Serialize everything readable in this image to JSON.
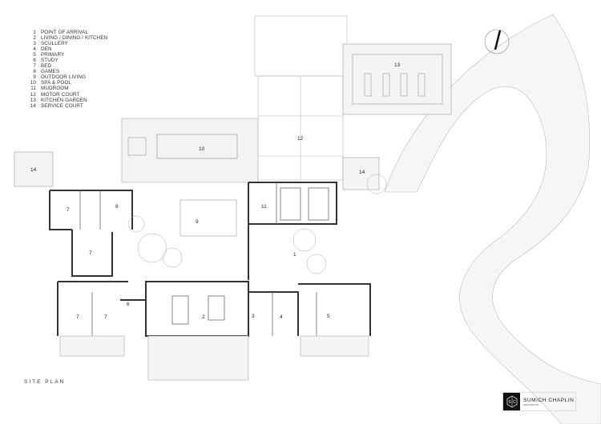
{
  "legend": [
    {
      "num": "1",
      "label": "POINT OF ARRIVAL"
    },
    {
      "num": "2",
      "label": "LIVING / DINING / KITCHEN"
    },
    {
      "num": "3",
      "label": "SCULLERY"
    },
    {
      "num": "4",
      "label": "DEN"
    },
    {
      "num": "5",
      "label": "PRIMARY"
    },
    {
      "num": "6",
      "label": "STUDY"
    },
    {
      "num": "7",
      "label": "BED"
    },
    {
      "num": "8",
      "label": "GAMES"
    },
    {
      "num": "9",
      "label": "OUTDOOR LIVING"
    },
    {
      "num": "10",
      "label": "SPA & POOL"
    },
    {
      "num": "11",
      "label": "MUDROOM"
    },
    {
      "num": "12",
      "label": "MOTOR COURT"
    },
    {
      "num": "13",
      "label": "KITCHEN GARDEN"
    },
    {
      "num": "14",
      "label": "SERVICE COURT"
    }
  ],
  "plan_labels": [
    "14",
    "10",
    "12",
    "13",
    "14",
    "7",
    "8",
    "9",
    "11",
    "7",
    "1",
    "6",
    "7",
    "7",
    "2",
    "3",
    "4",
    "5"
  ],
  "title": "SITE PLAN",
  "logo": {
    "name": "SUMICH CHAPLIN",
    "sub": "ARCHITECTS",
    "mark": "SC"
  }
}
